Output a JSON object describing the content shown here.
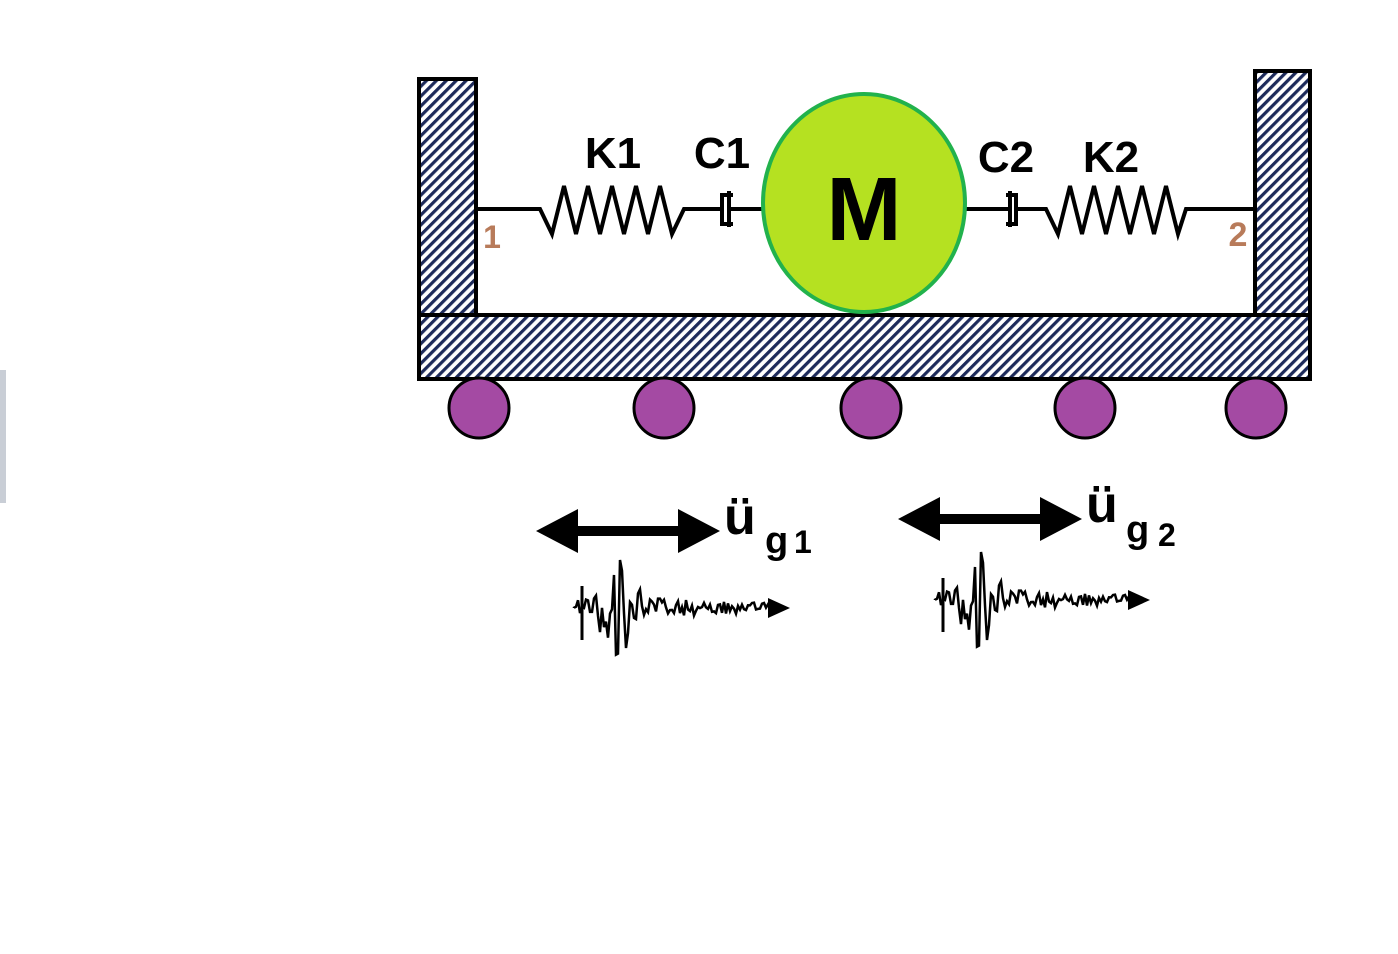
{
  "labels": {
    "k1": "K1",
    "c1": "C1",
    "mass": "M",
    "c2": "C2",
    "k2": "K2",
    "node1": "1",
    "node2": "2",
    "u_left": "ü",
    "g_left": "g",
    "sub_left": "1",
    "u_right": "ü",
    "g_right": "g",
    "sub_right": "2"
  },
  "colors": {
    "mass_fill": "#b5e121",
    "mass_stroke": "#22b24c",
    "roller_fill": "#a44aa3",
    "node_label": "#b87b5a",
    "hatch": "#1d2a5a",
    "line": "#000000",
    "side_bar": "#c9ced6"
  },
  "components": {
    "springs": [
      "spring-k1",
      "spring-k2"
    ],
    "dampers": [
      "damper-c1",
      "damper-c2"
    ],
    "rollers": 5,
    "ground_motion_signals": 2
  }
}
